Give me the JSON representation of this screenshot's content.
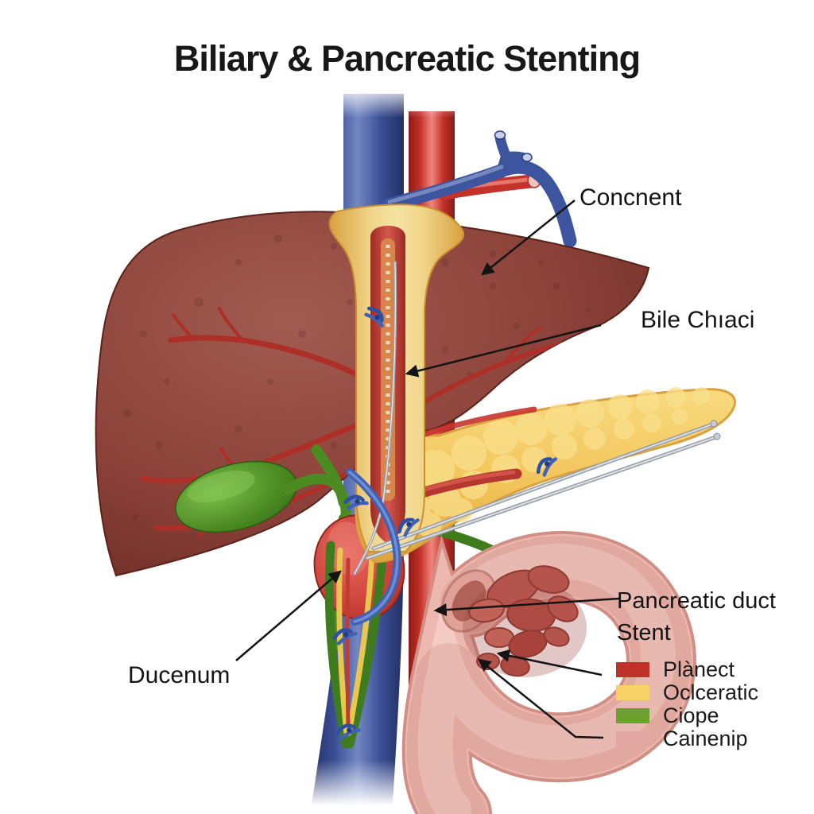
{
  "title": "Biliary & Pancreatic Stenting",
  "annotations": {
    "liver_label": "Concnent",
    "bile_duct_label": "Bile Chıaci",
    "pancreatic_duct_label_line1": "Pancreatic duct",
    "pancreatic_duct_label_line2": "Stent",
    "duodenum_label": "Ducenum"
  },
  "legend": {
    "items": [
      {
        "label": "Plànect",
        "color": "#be3229"
      },
      {
        "label": "Oclceratic",
        "color": "#f8d169"
      },
      {
        "label": "Ciope",
        "color": "#6ca02f"
      },
      {
        "label": "Cainenip",
        "color": "#e2a7a2"
      }
    ]
  },
  "anatomy_parts": {
    "liver": {
      "name": "liver",
      "color": "#8a4038"
    },
    "gallbladder": {
      "name": "gallbladder",
      "color": "#4c8a22"
    },
    "pancreas": {
      "name": "pancreas",
      "color": "#f2c45a"
    },
    "duodenum": {
      "name": "duodenum",
      "color": "#edb8af"
    },
    "vein": {
      "name": "portal-vein",
      "color": "#3d549e"
    },
    "artery": {
      "name": "aorta",
      "color": "#c3322b"
    },
    "bile_duct": {
      "name": "bile-duct-wall",
      "color": "#ecc46a"
    },
    "stent_wire": {
      "name": "stent-guidewire",
      "color": "#9aa0a8"
    },
    "stent_anchor": {
      "name": "stent-anchor",
      "color": "#2b50a8"
    }
  }
}
